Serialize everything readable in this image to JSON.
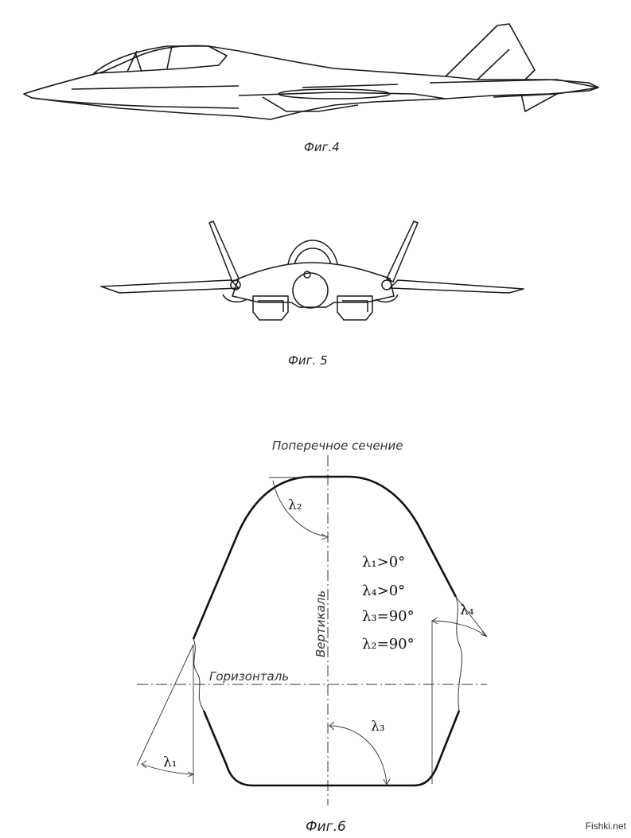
{
  "figures": {
    "fig4": {
      "caption": "Фиг.4"
    },
    "fig5": {
      "caption": "Фиг. 5"
    },
    "fig6": {
      "caption": "Фиг.6",
      "section_label": "Поперечное сечение",
      "vertical_label": "Вертикаль",
      "horizontal_label": "Горизонталь",
      "angles": {
        "l1": "λ₁",
        "l2": "λ₂",
        "l3": "λ₃",
        "l4": "λ₄"
      },
      "conditions": [
        "λ₁>0°",
        "λ₄>0°",
        "λ₃=90°",
        "λ₂=90°"
      ]
    }
  },
  "watermark": "Fishki.net"
}
